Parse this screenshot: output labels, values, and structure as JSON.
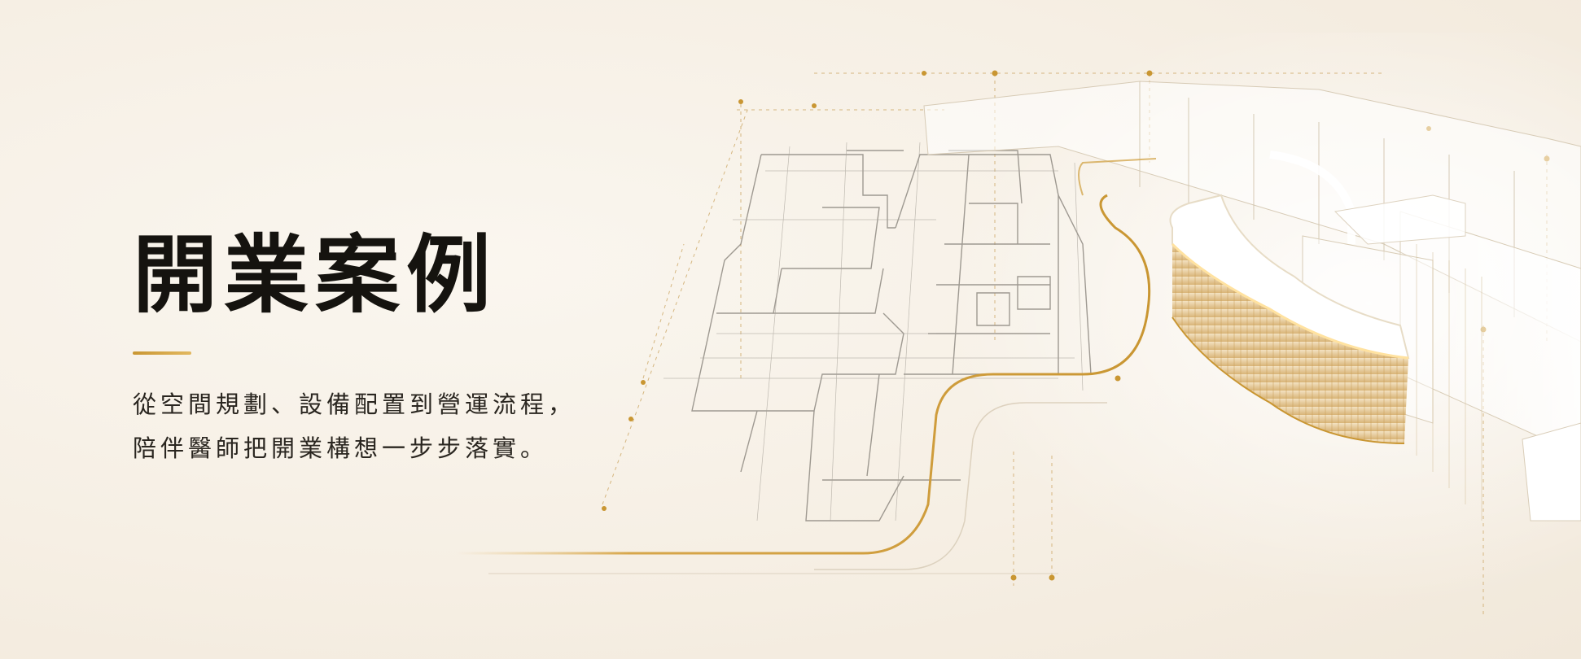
{
  "hero": {
    "title": "開業案例",
    "description_lines": [
      "從空間規劃、設備配置到營運流程，",
      "陪伴醫師把開業構想一步步落實。"
    ]
  },
  "illustration": {
    "subject": "clinic floor-plan wireframe with 3D reception counter render",
    "accent_color": "#c99632",
    "line_color": "#8f8a82"
  }
}
